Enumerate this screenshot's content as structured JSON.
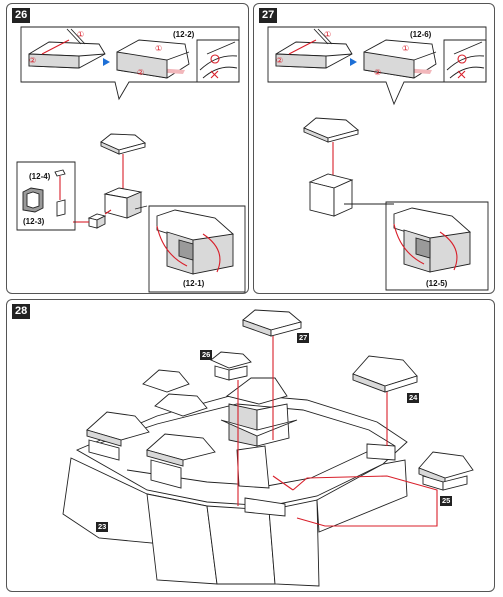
{
  "steps": [
    {
      "number": "26",
      "labels": {
        "top_right": "(12-2)",
        "left_top": "(12-4)",
        "left_bottom": "(12-3)",
        "zoom": "(12-1)"
      }
    },
    {
      "number": "27",
      "labels": {
        "top_right": "(12-6)",
        "zoom": "(12-5)"
      }
    },
    {
      "number": "28",
      "callouts": [
        "27",
        "26",
        "24",
        "25",
        "23"
      ]
    }
  ],
  "circled_steps": {
    "one": "①",
    "two": "②"
  },
  "colors": {
    "guide_line": "#d81f2a",
    "arrow": "#1d6fd6",
    "outline": "#222222"
  },
  "icons": {
    "correct": "circle-mark-icon",
    "wrong": "cross-mark-icon",
    "arrow": "blue-arrow-icon"
  }
}
